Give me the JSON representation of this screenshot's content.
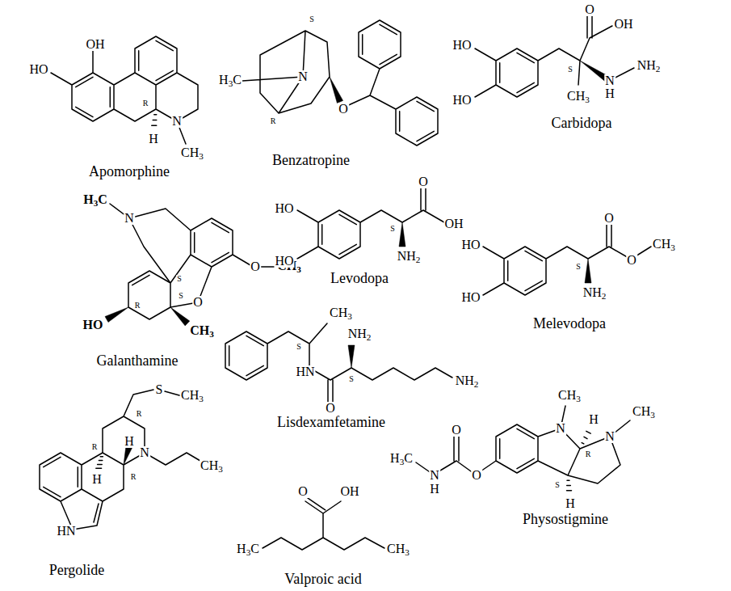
{
  "diagram": {
    "labels": [
      "OH",
      "HO",
      "R",
      "N",
      "H",
      "CH3",
      "Apomorphine",
      "S",
      "H3C",
      "N",
      "R",
      "O",
      "Benzatropine",
      "HO",
      "HO",
      "O",
      "OH",
      "S",
      "CH3",
      "N",
      "H",
      "NH2",
      "Carbidopa",
      "H3C",
      "N",
      "O",
      "CH3",
      "S",
      "R",
      "HO",
      "S",
      "O",
      "CH3",
      "Galanthamine",
      "HO",
      "HO",
      "O",
      "OH",
      "S",
      "NH2",
      "Levodopa",
      "HO",
      "HO",
      "O",
      "O",
      "CH3",
      "S",
      "NH2",
      "Melevodopa",
      "CH3",
      "S",
      "HN",
      "NH2",
      "S",
      "O",
      "NH2",
      "Lisdexamfetamine",
      "S",
      "CH3",
      "R",
      "H",
      "R",
      "R",
      "H",
      "N",
      "CH3",
      "HN",
      "Pergolide",
      "O",
      "OH",
      "H3C",
      "CH3",
      "Valproic acid",
      "CH3",
      "H",
      "N",
      "CH3",
      "N",
      "R",
      "O",
      "H3C",
      "N",
      "O",
      "S",
      "H",
      "H",
      "Physostigmine"
    ]
  }
}
